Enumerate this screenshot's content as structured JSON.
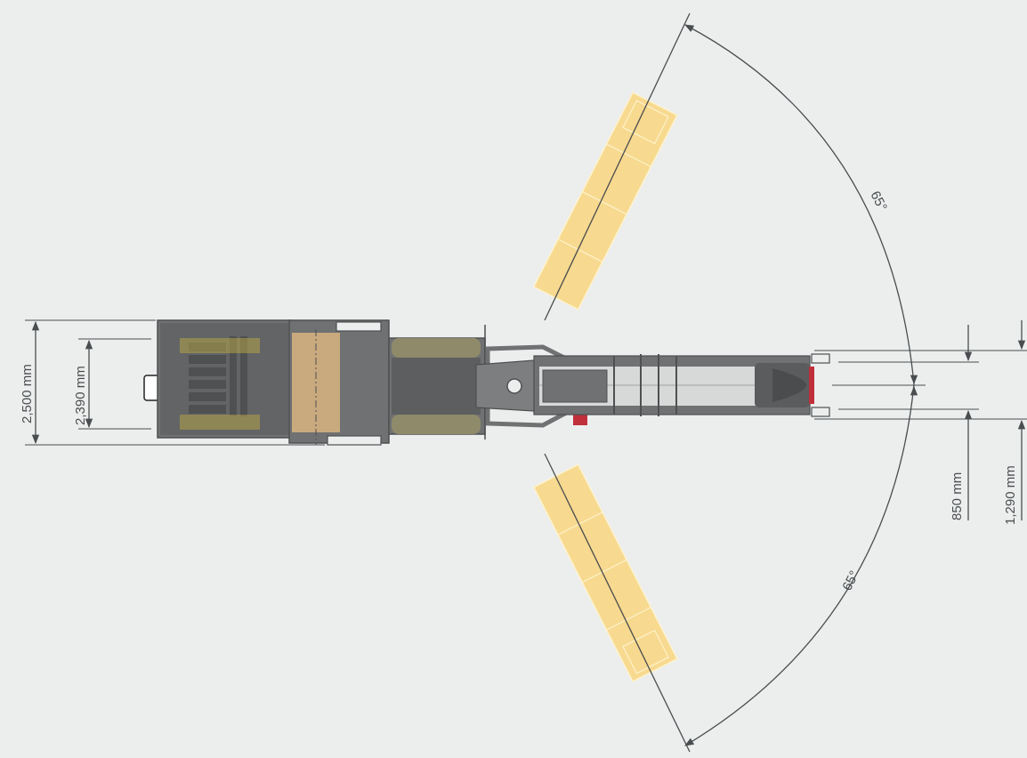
{
  "dimensions": {
    "overall_width": "2,500 mm",
    "track_width": "2,390 mm",
    "conveyor_inner": "850 mm",
    "conveyor_outer": "1,290 mm"
  },
  "slew": {
    "upper_angle": "65°",
    "lower_angle": "65°"
  },
  "colors": {
    "background": "#eceeee",
    "body": "#6f7172",
    "body_dark": "#4e5051",
    "conveyor": "#d7d9d9",
    "highlight": "#fccf62",
    "drum": "#c9a97e",
    "accent_red": "#c0303a",
    "line": "#4a4d4f"
  }
}
